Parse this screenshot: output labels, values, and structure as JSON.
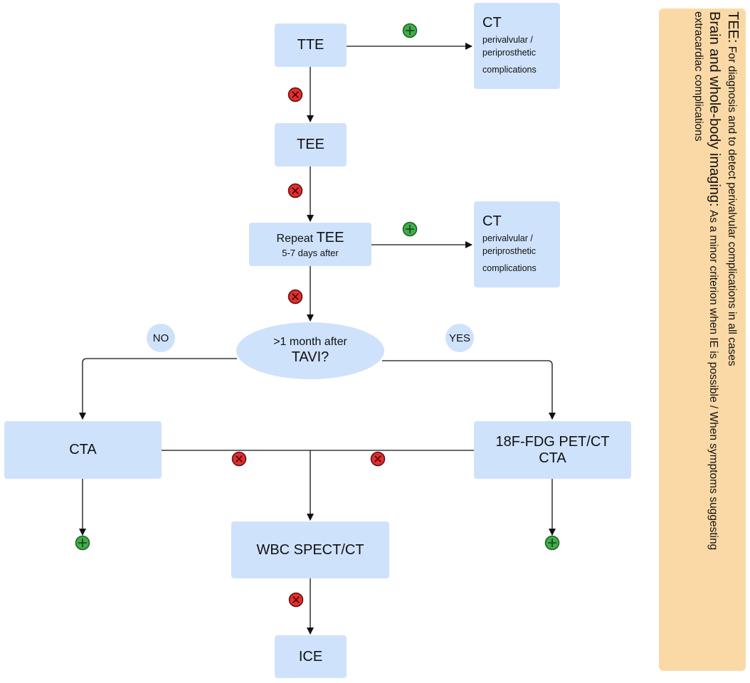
{
  "nodes": {
    "tte": "TTE",
    "tee": "TEE",
    "repeat_prefix": "Repeat",
    "repeat_tee": "TEE",
    "repeat_sub": "5-7 days after",
    "decision_line1": ">1 month after",
    "decision_line2": "TAVI?",
    "cta": "CTA",
    "pet_line1": "18F-FDG PET/CT",
    "pet_line2": "CTA",
    "wbc": "WBC SPECT/CT",
    "ice": "ICE"
  },
  "ct_boxes": [
    {
      "title": "CT",
      "line1": "perivalvular /",
      "line2": "periprosthetic",
      "line3": "complications"
    },
    {
      "title": "CT",
      "line1": "perivalvular /",
      "line2": "periprosthetic",
      "line3": "complications"
    }
  ],
  "branch_labels": {
    "no": "NO",
    "yes": "YES"
  },
  "legend": {
    "tee_key": "TEE:",
    "tee_text": "For diagnosis and to detect perivalvular complications in all cases",
    "imaging_key": "Brain and whole-body imaging:",
    "imaging_text": "As a minor criterion when IE is possible / When symptoms suggesting",
    "imaging_text2": "extracardiac complications"
  },
  "colors": {
    "box": "#cfe2fb",
    "legend": "#fbd9a6",
    "positive": "#3fae49",
    "negative": "#e52d2d"
  },
  "markers": {
    "positive_icon": "plus-circle-icon",
    "negative_icon": "x-circle-icon"
  }
}
